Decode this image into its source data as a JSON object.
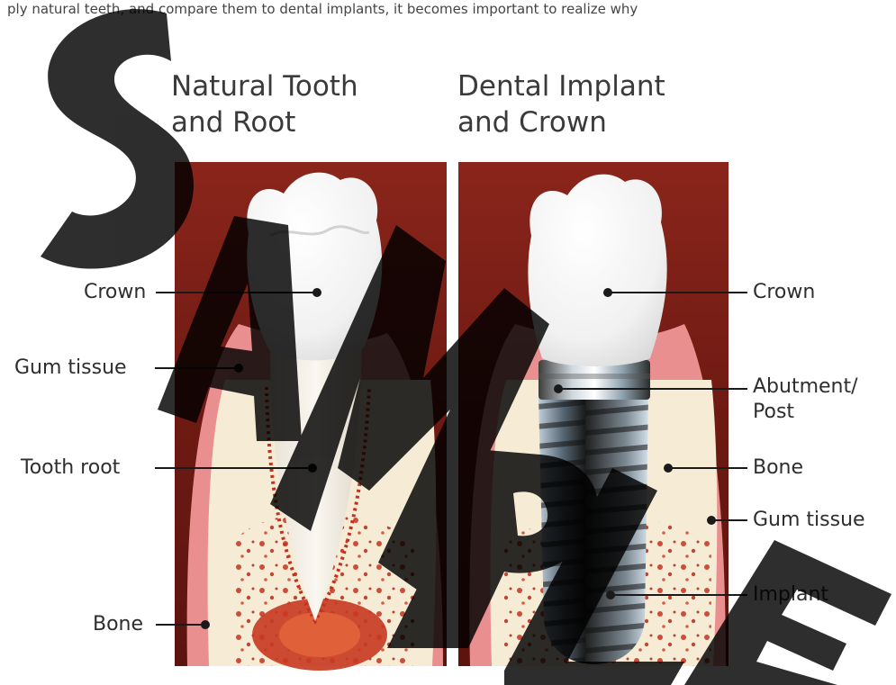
{
  "intro_text": "ply natural teeth, and compare them to dental implants, it becomes important to realize why",
  "headings": {
    "natural": {
      "line1": "Natural Tooth",
      "line2": "and Root"
    },
    "implant": {
      "line1": "Dental Implant",
      "line2": "and Crown"
    }
  },
  "labels_left": {
    "crown": "Crown",
    "gum_tissue": "Gum tissue",
    "tooth_root": "Tooth root",
    "bone": "Bone"
  },
  "labels_right": {
    "crown": "Crown",
    "abutment_line1": "Abutment/",
    "abutment_line2": "Post",
    "bone": "Bone",
    "gum_tissue": "Gum tissue",
    "implant": "Implant"
  },
  "colors": {
    "background_panel": "#7a1e16",
    "gum": "#e98f8f",
    "bone": "#f6ecd6",
    "tooth": "#f7f7f7",
    "blood_spots": "#c3321f",
    "watermark": "#000000"
  }
}
